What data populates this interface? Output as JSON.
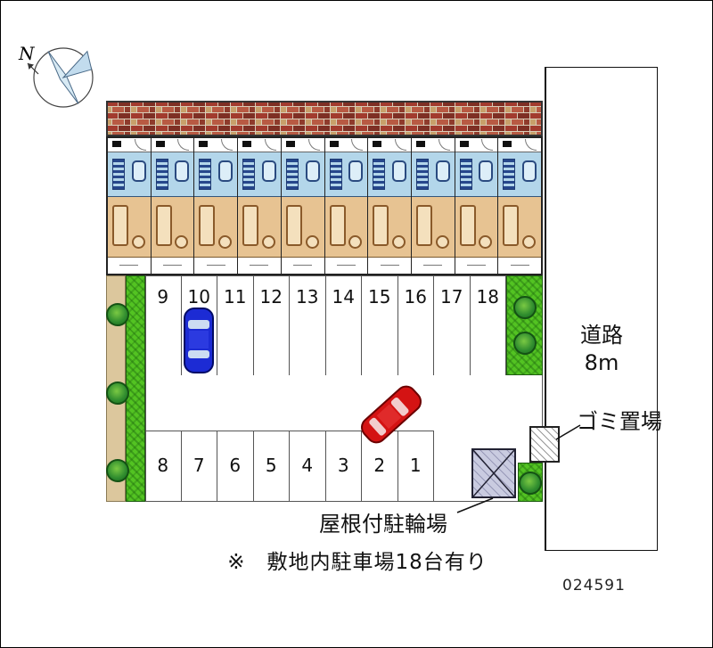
{
  "compass": {
    "north_label": "N"
  },
  "road": {
    "name": "道路",
    "width": "8m"
  },
  "annotations": {
    "garbage_label": "ゴミ置場",
    "bicycle_label": "屋根付駐輪場",
    "site_note": "※　敷地内駐車場18台有り",
    "plan_number": "024591"
  },
  "parking": {
    "total_spaces": 18,
    "top_row_numbers": [
      "9",
      "10",
      "11",
      "12",
      "13",
      "14",
      "15",
      "16",
      "17",
      "18"
    ],
    "bottom_row_numbers": [
      "8",
      "7",
      "6",
      "5",
      "4",
      "3",
      "2",
      "1"
    ]
  },
  "building": {
    "unit_count": 10
  },
  "vehicles": [
    {
      "type": "car",
      "color": "#1c2bd4",
      "stall": "10"
    },
    {
      "type": "car",
      "color": "#d41313",
      "stall": ""
    }
  ],
  "colors": {
    "brick_dark": "#7e2f24",
    "brick_red": "#a23b2e",
    "brick_light": "#b85a43",
    "brick_tan": "#c8a06a",
    "unit_blue": "#b3d6ea",
    "unit_fixture_navy": "#26478c",
    "unit_tan": "#e7c392",
    "hedge_green": "#53c322",
    "tree_green": "#2e8b2e",
    "car_blue": "#1c2bd4",
    "car_red": "#d41313",
    "bicycle_gray": "#c9cbe0"
  }
}
